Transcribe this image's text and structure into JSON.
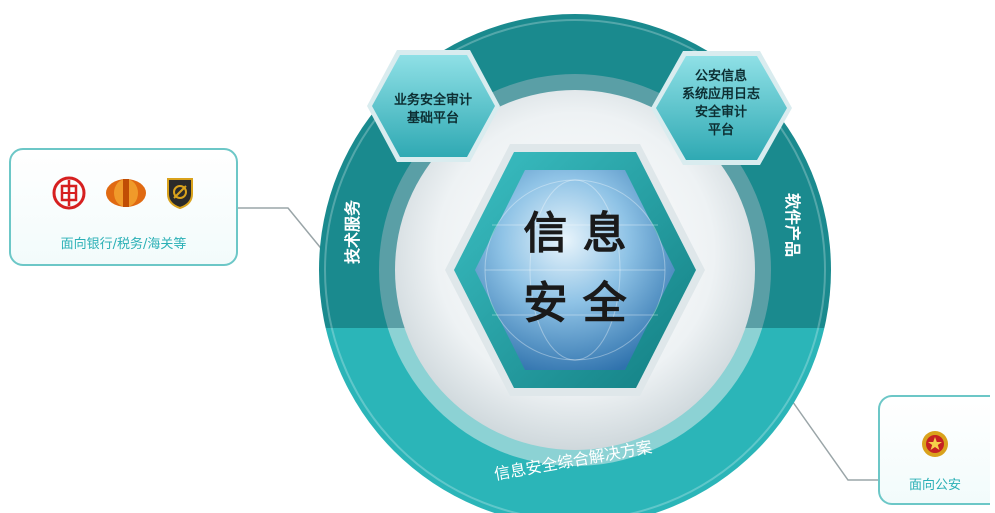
{
  "core": {
    "line1": "信 息",
    "line2": "安 全"
  },
  "ring": {
    "left_label": "技术服务",
    "right_label": "软件产品",
    "bottom_label": "信息安全综合解决方案"
  },
  "hexagons": {
    "left": {
      "lines": [
        "业务安全审计",
        "基础平台"
      ]
    },
    "right": {
      "lines": [
        "公安信息",
        "系统应用日志",
        "安全审计",
        "平台"
      ]
    }
  },
  "cards": {
    "left": {
      "label": "面向银行/税务/海关等",
      "icons": [
        "bank-emblem-icon",
        "tax-emblem-icon",
        "customs-emblem-icon"
      ]
    },
    "right": {
      "label": "面向公安",
      "icons": [
        "police-emblem-icon"
      ]
    }
  },
  "colors": {
    "ring_dark": "#1a8a8e",
    "ring_light": "#2bb5b8",
    "hex_fill": "#5bc6cf",
    "label_teal": "#2bb0b6",
    "card_border": "#6cc7c7"
  }
}
